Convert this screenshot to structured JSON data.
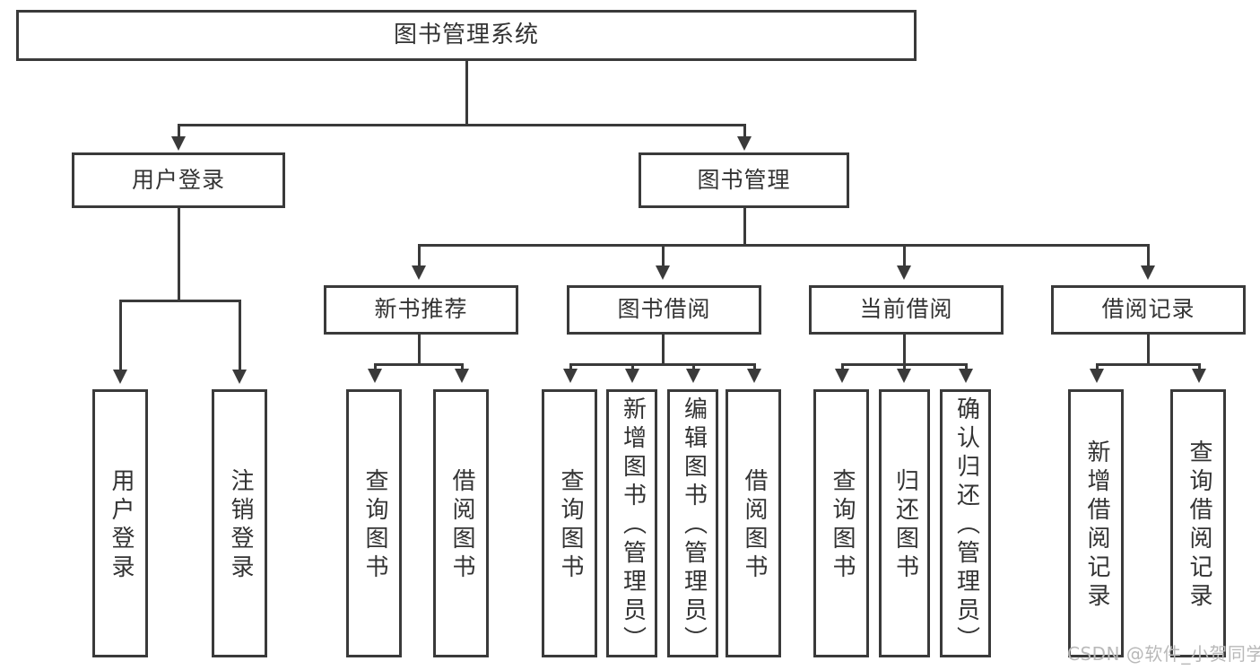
{
  "diagram": {
    "type": "tree-hierarchy",
    "title": "图书管理系统",
    "watermark": "CSDN @软件_小贺同学",
    "colors": {
      "border": "#3a3a3a",
      "text": "#333333",
      "background": "#ffffff",
      "watermark": "#b9b9b9"
    },
    "levels": {
      "root": "图书管理系统",
      "level2": [
        "用户登录",
        "图书管理"
      ],
      "level3": [
        "新书推荐",
        "图书借阅",
        "当前借阅",
        "借阅记录"
      ],
      "level4": [
        "用户登录",
        "注销登录",
        "查询图书",
        "借阅图书",
        "查询图书",
        "新增图书（管理员）",
        "编辑图书（管理员）",
        "借阅图书",
        "查询图书",
        "归还图书",
        "确认归还（管理员）",
        "新增借阅记录",
        "查询借阅记录"
      ]
    },
    "nodes": {
      "root": {
        "label": "图书管理系统"
      },
      "user_login": {
        "label": "用户登录"
      },
      "book_manage": {
        "label": "图书管理"
      },
      "new_book_rec": {
        "label": "新书推荐"
      },
      "book_borrow": {
        "label": "图书借阅"
      },
      "current_borrow": {
        "label": "当前借阅"
      },
      "borrow_record": {
        "label": "借阅记录"
      },
      "leaf_user_login": {
        "label": "用户登录"
      },
      "leaf_logout": {
        "label": "注销登录"
      },
      "leaf_query_book_1": {
        "label": "查询图书"
      },
      "leaf_borrow_book_1": {
        "label": "借阅图书"
      },
      "leaf_query_book_2": {
        "label": "查询图书"
      },
      "leaf_add_book": {
        "label": "新增图书（管理员）"
      },
      "leaf_edit_book": {
        "label": "编辑图书（管理员）"
      },
      "leaf_borrow_book_2": {
        "label": "借阅图书"
      },
      "leaf_query_book_3": {
        "label": "查询图书"
      },
      "leaf_return_book": {
        "label": "归还图书"
      },
      "leaf_confirm_return": {
        "label": "确认归还（管理员）"
      },
      "leaf_add_record": {
        "label": "新增借阅记录"
      },
      "leaf_query_record": {
        "label": "查询借阅记录"
      }
    },
    "edges": [
      {
        "from": "root",
        "to": "user_login"
      },
      {
        "from": "root",
        "to": "book_manage"
      },
      {
        "from": "user_login",
        "to": "leaf_user_login"
      },
      {
        "from": "user_login",
        "to": "leaf_logout"
      },
      {
        "from": "book_manage",
        "to": "new_book_rec"
      },
      {
        "from": "book_manage",
        "to": "book_borrow"
      },
      {
        "from": "book_manage",
        "to": "current_borrow"
      },
      {
        "from": "book_manage",
        "to": "borrow_record"
      },
      {
        "from": "new_book_rec",
        "to": "leaf_query_book_1"
      },
      {
        "from": "new_book_rec",
        "to": "leaf_borrow_book_1"
      },
      {
        "from": "book_borrow",
        "to": "leaf_query_book_2"
      },
      {
        "from": "book_borrow",
        "to": "leaf_add_book"
      },
      {
        "from": "book_borrow",
        "to": "leaf_edit_book"
      },
      {
        "from": "book_borrow",
        "to": "leaf_borrow_book_2"
      },
      {
        "from": "current_borrow",
        "to": "leaf_query_book_3"
      },
      {
        "from": "current_borrow",
        "to": "leaf_return_book"
      },
      {
        "from": "current_borrow",
        "to": "leaf_confirm_return"
      },
      {
        "from": "borrow_record",
        "to": "leaf_add_record"
      },
      {
        "from": "borrow_record",
        "to": "leaf_query_record"
      }
    ]
  }
}
